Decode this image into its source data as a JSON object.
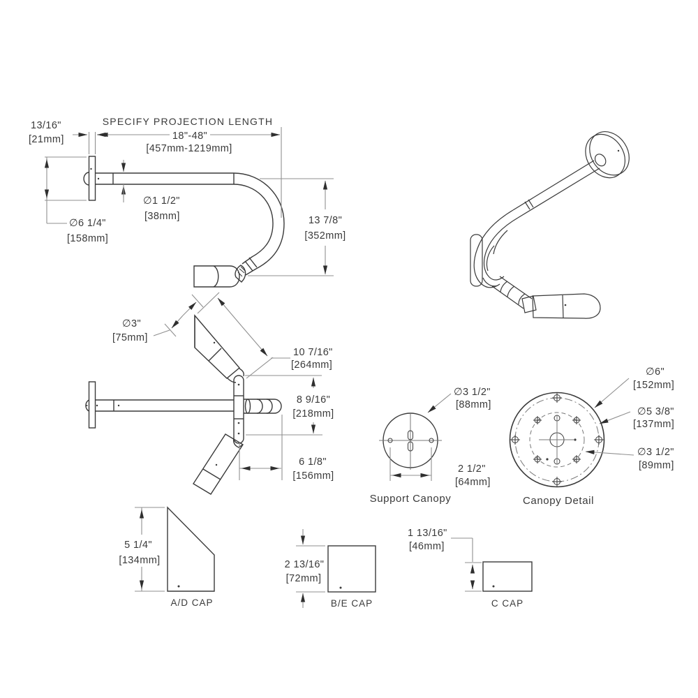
{
  "title": "Gooseneck wall fixture dimensional drawing",
  "colors": {
    "object_line": "#3a3a3a",
    "dimension_line": "#8f8f8f",
    "text": "#3a3a3a",
    "background": "#ffffff"
  },
  "labels": {
    "plate_thickness": {
      "in": "13/16\"",
      "mm": "[21mm]"
    },
    "projection": {
      "title": "SPECIFY PROJECTION LENGTH",
      "range_in": "18\"-48\"",
      "range_mm": "[457mm-1219mm]"
    },
    "arm_dia": {
      "in": "∅1 1/2\"",
      "mm": "[38mm]"
    },
    "backplate_dia": {
      "in": "∅6 1/4\"",
      "mm": "[158mm]"
    },
    "drop": {
      "in": "13 7/8\"",
      "mm": "[352mm]"
    },
    "shade_dia": {
      "in": "∅3\"",
      "mm": "[75mm]"
    },
    "shade_len": {
      "in": "10 7/16\"",
      "mm": "[264mm]"
    },
    "offset_height": {
      "in": "8 9/16\"",
      "mm": "[218mm]"
    },
    "offset_width": {
      "in": "6 1/8\"",
      "mm": "[156mm]"
    },
    "support_canopy_dia": {
      "in": "∅3 1/2\"",
      "mm": "[88mm]"
    },
    "support_canopy_bolt": {
      "in": "2 1/2\"",
      "mm": "[64mm]"
    },
    "canopy_outer": {
      "in": "∅6\"",
      "mm": "[152mm]"
    },
    "canopy_bolt": {
      "in": "∅5 3/8\"",
      "mm": "[137mm]"
    },
    "canopy_inner": {
      "in": "∅3 1/2\"",
      "mm": "[89mm]"
    },
    "ad_cap": {
      "in": "5 1/4\"",
      "mm": "[134mm]"
    },
    "be_cap": {
      "in": "2 13/16\"",
      "mm": "[72mm]"
    },
    "c_cap": {
      "in": "1 13/16\"",
      "mm": "[46mm]"
    }
  },
  "captions": {
    "support_canopy": "Support Canopy",
    "canopy_detail": "Canopy Detail",
    "ad_cap": "A/D CAP",
    "be_cap": "B/E CAP",
    "c_cap": "C CAP"
  }
}
